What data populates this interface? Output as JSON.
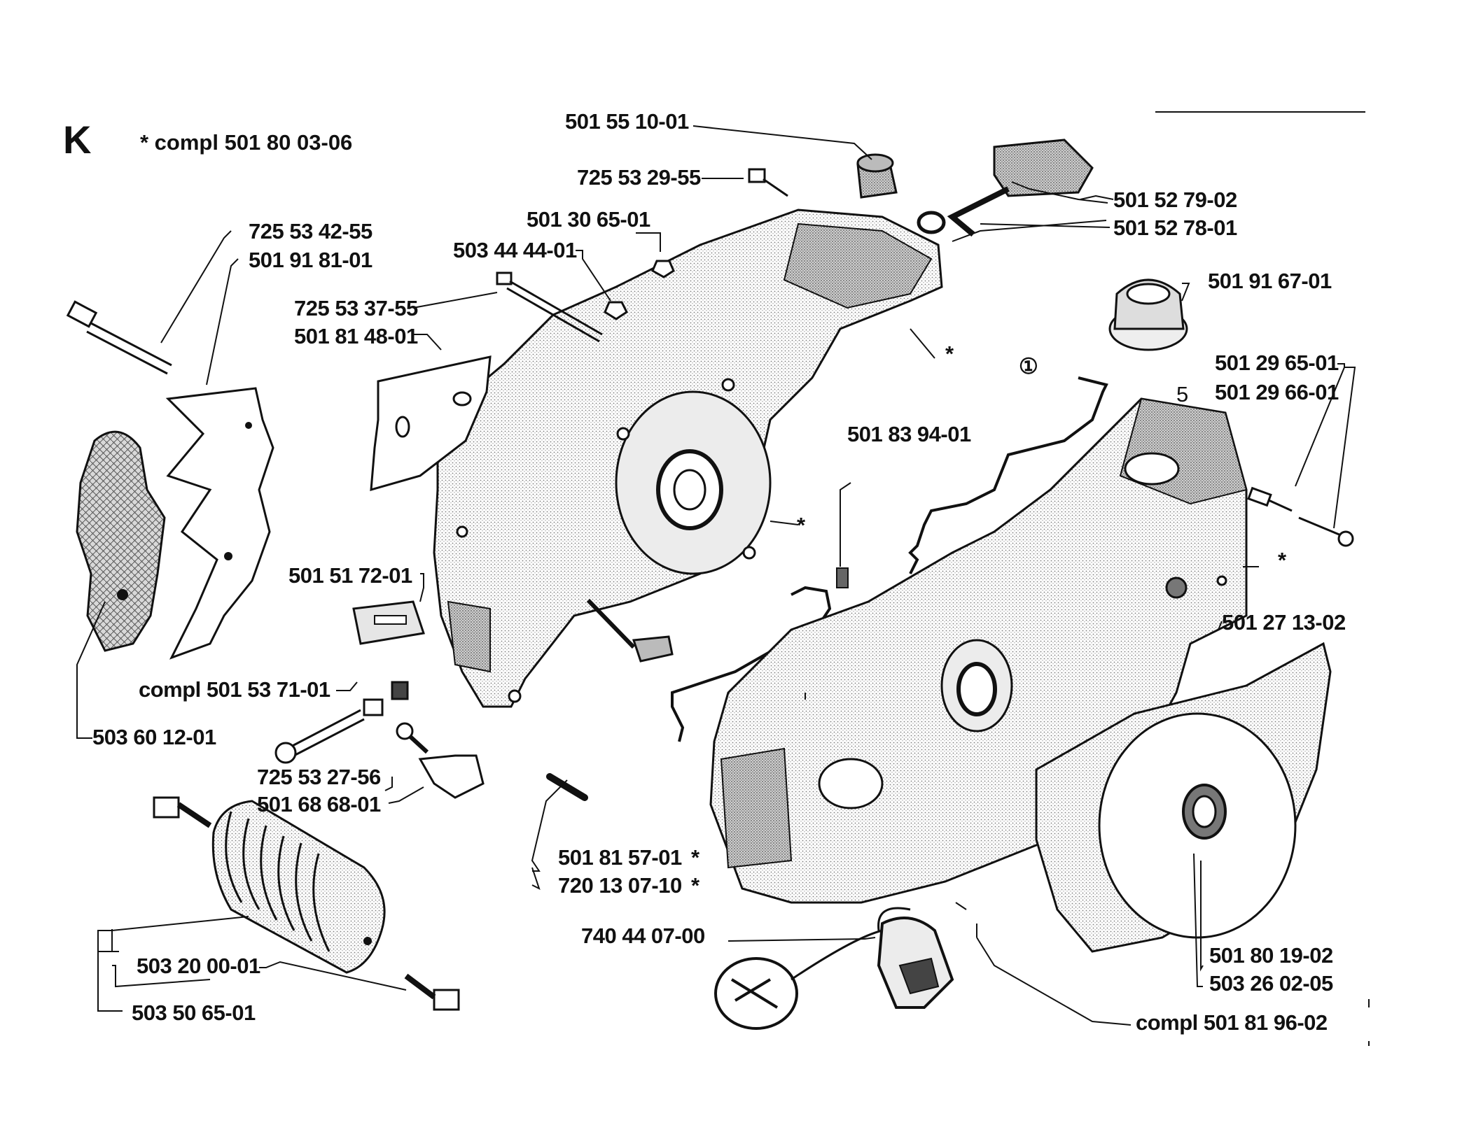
{
  "header": {
    "section_letter": "K",
    "note": "* compl 501 80 03-06"
  },
  "labels": {
    "p1": "501 55 10-01",
    "p2": "725 53 29-55",
    "p3": "501 30 65-01",
    "p4": "503 44 44-01",
    "p5": "501 52 79-02",
    "p6": "501 52 78-01",
    "p7": "725 53 42-55",
    "p8": "501 91 81-01",
    "p9": "501 91 67-01",
    "p10": "725 53 37-55",
    "p11": "501 81 48-01",
    "p12": "501 29 65-01",
    "p13": "501 29 66-01",
    "p14": "501 83 94-01",
    "p15": "501 51 72-01",
    "p16": "501 27 13-02",
    "p17": "compl 501 53 71-01",
    "p18": "503 60 12-01",
    "p19": "725 53 27-56",
    "p20": "501 68 68-01",
    "p21": "501 81 57-01",
    "p22": "720 13 07-10",
    "p23": "740 44 07-00",
    "p24": "503 20 00-01",
    "p25": "501 80 19-02",
    "p26": "503 26 02-05",
    "p27": "503 50 65-01",
    "p28": "compl 501 81 96-02"
  },
  "marks": {
    "asterisk": "*",
    "circled_one": "①",
    "five": "5"
  },
  "colors": {
    "ink": "#111111",
    "stipple": "#9a9a9a",
    "background": "#ffffff"
  }
}
